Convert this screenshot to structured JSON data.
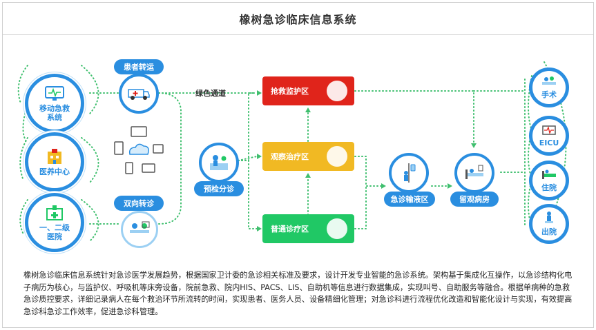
{
  "title": "橡树急诊临床信息系统",
  "sources": [
    {
      "label": "移动急救\n系统",
      "icon": "monitor-icon"
    },
    {
      "label": "医养中心",
      "icon": "hospital-building-icon"
    },
    {
      "label": "一、二级\n医院",
      "icon": "clinic-icon"
    }
  ],
  "transport": {
    "pill": "患者转运",
    "icon": "ambulance-icon"
  },
  "referral": {
    "pill": "双向转诊",
    "icon": "consultation-icon"
  },
  "cloud": {
    "icon": "cloud-network-icon"
  },
  "triage": {
    "pill": "预检分诊",
    "icon": "triage-icon"
  },
  "green_channel": "绿色通道",
  "zones": [
    {
      "label": "抢救监护区",
      "color": "#e0241b"
    },
    {
      "label": "观察治疗区",
      "color": "#f1b923"
    },
    {
      "label": "普通诊疗区",
      "color": "#20c865"
    }
  ],
  "infusion": {
    "pill": "急诊输液区",
    "icon": "iv-drip-icon"
  },
  "observation": {
    "pill": "留观病房",
    "icon": "hospital-bed-icon"
  },
  "destinations": [
    {
      "label": "手术",
      "icon": "surgery-icon"
    },
    {
      "label": "EICU",
      "icon": "icu-monitor-icon"
    },
    {
      "label": "住院",
      "icon": "inpatient-bed-icon"
    },
    {
      "label": "出院",
      "icon": "discharge-icon"
    }
  ],
  "description": "橡树急诊临床信息系统针对急诊医学发展趋势，根据国家卫计委的急诊相关标准及要求，设计开发专业智能的急诊系统。架构基于集成化互操作，以急诊结构化电子病历为核心，与监护仪、呼吸机等床旁设备，院前急救、院内HIS、PACS、LIS、自助机等信息进行数据集成，实现叫号、自助服务等融合。根据单病种的急救急诊质控要求，详细记录病人在每个救治环节所流转的时间，实现患者、医务人员、设备精细化管理；对急诊科进行流程优化改造和智能化设计与实现，有效提高急诊科急诊工作效率，促进急诊科管理。",
  "colors": {
    "primary": "#2a8ee0",
    "dotted_line": "#3fbf6e",
    "red": "#e0241b",
    "yellow": "#f1b923",
    "green": "#20c865"
  }
}
